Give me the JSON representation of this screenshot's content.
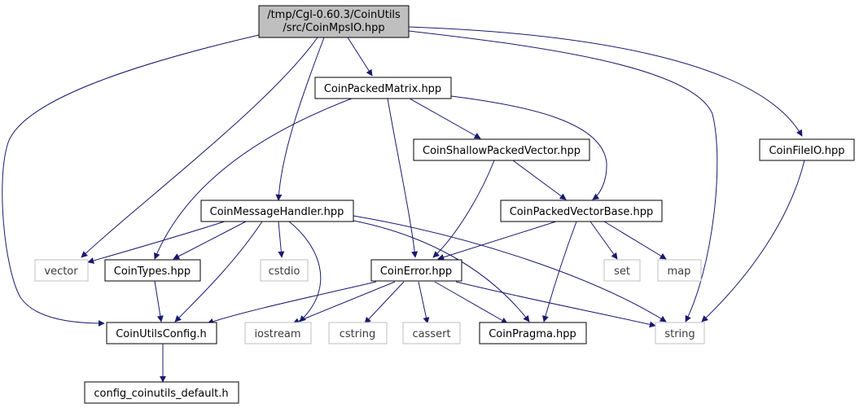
{
  "colors": {
    "edge": "#191970",
    "root_fill": "#bfbfbf",
    "node_border": "#000000",
    "external_border": "#bfbfbf",
    "background": "#ffffff"
  },
  "nodes": [
    {
      "id": "root",
      "lines": [
        "/tmp/Cgl-0.60.3/CoinUtils",
        "/src/CoinMpsIO.hpp"
      ],
      "kind": "root"
    },
    {
      "id": "packed_matrix",
      "lines": [
        "CoinPackedMatrix.hpp"
      ],
      "kind": "file"
    },
    {
      "id": "shallow_vector",
      "lines": [
        "CoinShallowPackedVector.hpp"
      ],
      "kind": "file"
    },
    {
      "id": "file_io",
      "lines": [
        "CoinFileIO.hpp"
      ],
      "kind": "file"
    },
    {
      "id": "message_handler",
      "lines": [
        "CoinMessageHandler.hpp"
      ],
      "kind": "file"
    },
    {
      "id": "vector_base",
      "lines": [
        "CoinPackedVectorBase.hpp"
      ],
      "kind": "file"
    },
    {
      "id": "vector",
      "lines": [
        "vector"
      ],
      "kind": "external"
    },
    {
      "id": "types",
      "lines": [
        "CoinTypes.hpp"
      ],
      "kind": "file"
    },
    {
      "id": "cstdio",
      "lines": [
        "cstdio"
      ],
      "kind": "external"
    },
    {
      "id": "error",
      "lines": [
        "CoinError.hpp"
      ],
      "kind": "file"
    },
    {
      "id": "set",
      "lines": [
        "set"
      ],
      "kind": "external"
    },
    {
      "id": "map",
      "lines": [
        "map"
      ],
      "kind": "external"
    },
    {
      "id": "utils_config",
      "lines": [
        "CoinUtilsConfig.h"
      ],
      "kind": "file"
    },
    {
      "id": "iostream",
      "lines": [
        "iostream"
      ],
      "kind": "external"
    },
    {
      "id": "cstring",
      "lines": [
        "cstring"
      ],
      "kind": "external"
    },
    {
      "id": "cassert",
      "lines": [
        "cassert"
      ],
      "kind": "external"
    },
    {
      "id": "pragma",
      "lines": [
        "CoinPragma.hpp"
      ],
      "kind": "file"
    },
    {
      "id": "string",
      "lines": [
        "string"
      ],
      "kind": "external"
    },
    {
      "id": "config_default",
      "lines": [
        "config_coinutils_default.h"
      ],
      "kind": "file"
    }
  ],
  "edges": [
    {
      "from": "root",
      "to": "utils_config"
    },
    {
      "from": "root",
      "to": "vector"
    },
    {
      "from": "root",
      "to": "message_handler"
    },
    {
      "from": "root",
      "to": "packed_matrix"
    },
    {
      "from": "root",
      "to": "string"
    },
    {
      "from": "root",
      "to": "file_io"
    },
    {
      "from": "packed_matrix",
      "to": "types"
    },
    {
      "from": "packed_matrix",
      "to": "error"
    },
    {
      "from": "packed_matrix",
      "to": "shallow_vector"
    },
    {
      "from": "packed_matrix",
      "to": "vector_base"
    },
    {
      "from": "shallow_vector",
      "to": "vector_base"
    },
    {
      "from": "shallow_vector",
      "to": "error"
    },
    {
      "from": "file_io",
      "to": "string"
    },
    {
      "from": "message_handler",
      "to": "vector"
    },
    {
      "from": "message_handler",
      "to": "types"
    },
    {
      "from": "message_handler",
      "to": "utils_config"
    },
    {
      "from": "message_handler",
      "to": "cstdio"
    },
    {
      "from": "message_handler",
      "to": "iostream"
    },
    {
      "from": "message_handler",
      "to": "pragma"
    },
    {
      "from": "message_handler",
      "to": "string"
    },
    {
      "from": "vector_base",
      "to": "error"
    },
    {
      "from": "vector_base",
      "to": "pragma"
    },
    {
      "from": "vector_base",
      "to": "set"
    },
    {
      "from": "vector_base",
      "to": "map"
    },
    {
      "from": "types",
      "to": "utils_config"
    },
    {
      "from": "error",
      "to": "utils_config"
    },
    {
      "from": "error",
      "to": "iostream"
    },
    {
      "from": "error",
      "to": "cstring"
    },
    {
      "from": "error",
      "to": "cassert"
    },
    {
      "from": "error",
      "to": "pragma"
    },
    {
      "from": "error",
      "to": "string"
    },
    {
      "from": "utils_config",
      "to": "config_default"
    }
  ]
}
